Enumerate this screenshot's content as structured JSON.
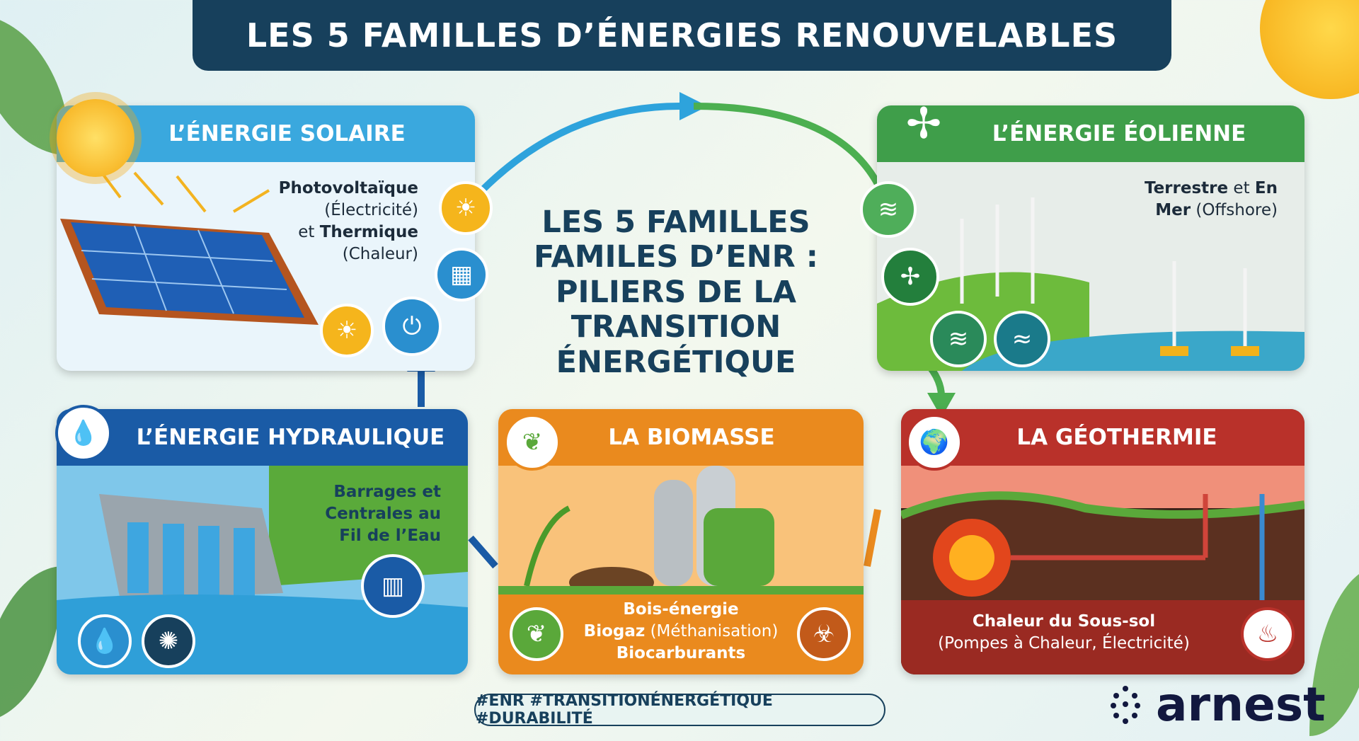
{
  "title": "LES 5 FAMILLES D’ÉNERGIES RENOUVELABLES",
  "center_title": [
    "LES 5 FAMILLES",
    "FAMILES D’ENR :",
    "PILIERS DE LA",
    "TRANSITION",
    "ÉNERGÉTIQUE"
  ],
  "cards": {
    "solaire": {
      "title": "L’ÉNERGIE SOLAIRE",
      "l1": "Photovoltaïque",
      "l2": "(Électricité)",
      "l3a": "et ",
      "l3b": "Thermique",
      "l4": "(Chaleur)",
      "color": "#3aa8de"
    },
    "eolienne": {
      "title": "L’ÉNERGIE ÉOLIENNE",
      "l1a": "Terrestre",
      "l1b": " et ",
      "l1c": "En",
      "l2a": "Mer",
      "l2b": " (Offshore)",
      "color": "#3f9e4a"
    },
    "hydraulique": {
      "title": "L’ÉNERGIE HYDRAULIQUE",
      "l1": "Barrages et",
      "l2": "Centrales au",
      "l3": "Fil de l’Eau",
      "color": "#1a5ba6"
    },
    "biomasse": {
      "title": "LA BIOMASSE",
      "l1": "Bois-énergie",
      "l2a": "Biogaz",
      "l2b": " (Méthanisation)",
      "l3": "Biocarburants",
      "color": "#ea8a1e"
    },
    "geothermie": {
      "title": "LA GÉOTHERMIE",
      "l1": "Chaleur du Sous-sol",
      "l2": "(Pompes à Chaleur, Électricité)",
      "color": "#b9312a"
    }
  },
  "hashtags": "#ENR #TRANSITIONÉNERGÉTIQUE #DURABILITÉ",
  "logo": "arnest"
}
